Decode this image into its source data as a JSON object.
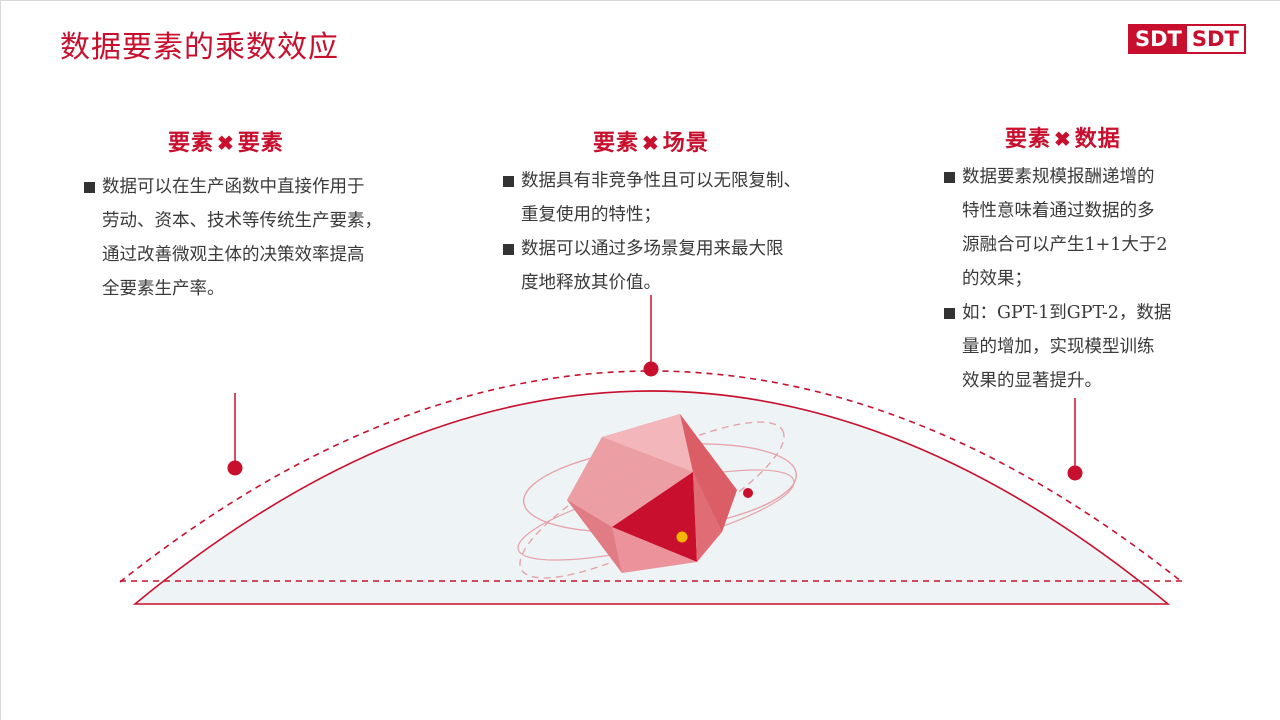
{
  "header": {
    "title": "数据要素的乘数效应",
    "logo_left": "SDT",
    "logo_right": "SDT"
  },
  "columns": [
    {
      "title_a": "要素",
      "title_sep": "✖",
      "title_b": "要素",
      "bullets": [
        [
          "数据可以在生产函数中直接作用于",
          "劳动、资本、技术等传统生产要素，",
          "通过改善微观主体的决策效率提高",
          "全要素生产率。"
        ]
      ]
    },
    {
      "title_a": "要素",
      "title_sep": "✖",
      "title_b": "场景",
      "bullets": [
        [
          "数据具有非竞争性且可以无限复制、",
          "重复使用的特性；"
        ],
        [
          "数据可以通过多场景复用来最大限",
          "度地释放其价值。"
        ]
      ]
    },
    {
      "title_a": "要素",
      "title_sep": "✖",
      "title_b": "数据",
      "bullets": [
        [
          "数据要素规模报酬递增的",
          "特性意味着通过数据的多",
          "源融合可以产生1+1大于2",
          "的效果；"
        ],
        [
          "如：GPT-1到GPT-2，数据",
          "量的增加，实现模型训练",
          "效果的显著提升。"
        ]
      ]
    }
  ],
  "colors": {
    "accent": "#c8102e",
    "text": "#3a3a3a",
    "dome_fill": "#eef4f6",
    "gold": "#f5b400"
  }
}
